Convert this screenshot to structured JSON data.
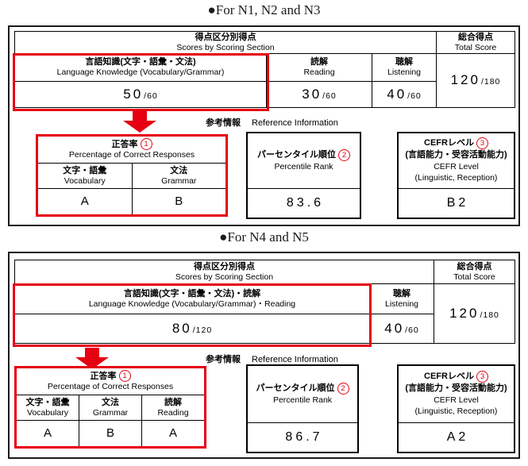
{
  "strings": {
    "fraction_sep": "/"
  },
  "colors": {
    "accent_red": "#e60012",
    "border_black": "#1a1a1a"
  },
  "panels": [
    {
      "title": "●For N1, N2 and N3",
      "table": {
        "header_ja": "得点区分別得点",
        "header_en": "Scores by Scoring Section",
        "total_ja": "総合得点",
        "total_en": "Total Score",
        "cols": [
          {
            "ja": "言語知識(文字・語彙・文法)",
            "en": "Language Knowledge (Vocabulary/Grammar)",
            "score": "50",
            "max": "60"
          },
          {
            "ja": "読解",
            "en": "Reading",
            "score": "30",
            "max": "60"
          },
          {
            "ja": "聴解",
            "en": "Listening",
            "score": "40",
            "max": "60"
          }
        ],
        "total_score": "120",
        "total_max": "180"
      },
      "reference": {
        "ja": "参考情報",
        "en": "Reference Information"
      },
      "correct_rate": {
        "title_ja": "正答率",
        "badge": "1",
        "title_en": "Percentage of Correct Responses",
        "cols": [
          {
            "ja": "文字・語彙",
            "en": "Vocabulary",
            "grade": "A"
          },
          {
            "ja": "文法",
            "en": "Grammar",
            "grade": "B"
          }
        ]
      },
      "percentile": {
        "title_ja": "パーセンタイル順位",
        "badge": "2",
        "title_en": "Percentile Rank",
        "value": "83.6"
      },
      "cefr": {
        "title_ja": "CEFRレベル",
        "badge": "3",
        "sub_ja": "(言語能力・受容活動能力)",
        "title_en": "CEFR Level",
        "sub_en": "(Linguistic, Reception)",
        "value": "B2"
      }
    },
    {
      "title": "●For N4 and N5",
      "table": {
        "header_ja": "得点区分別得点",
        "header_en": "Scores by Scoring Section",
        "total_ja": "総合得点",
        "total_en": "Total Score",
        "cols": [
          {
            "ja": "言語知識(文字・語彙・文法)・読解",
            "en": "Language Knowledge (Vocabulary/Grammar)・Reading",
            "score": "80",
            "max": "120"
          },
          {
            "ja": "聴解",
            "en": "Listening",
            "score": "40",
            "max": "60"
          }
        ],
        "total_score": "120",
        "total_max": "180"
      },
      "reference": {
        "ja": "参考情報",
        "en": "Reference Information"
      },
      "correct_rate": {
        "title_ja": "正答率",
        "badge": "1",
        "title_en": "Percentage of Correct Responses",
        "cols": [
          {
            "ja": "文字・語彙",
            "en": "Vocabulary",
            "grade": "A"
          },
          {
            "ja": "文法",
            "en": "Grammar",
            "grade": "B"
          },
          {
            "ja": "読解",
            "en": "Reading",
            "grade": "A"
          }
        ]
      },
      "percentile": {
        "title_ja": "パーセンタイル順位",
        "badge": "2",
        "title_en": "Percentile Rank",
        "value": "86.7"
      },
      "cefr": {
        "title_ja": "CEFRレベル",
        "badge": "3",
        "sub_ja": "(言語能力・受容活動能力)",
        "title_en": "CEFR Level",
        "sub_en": "(Linguistic, Reception)",
        "value": "A2"
      }
    }
  ]
}
